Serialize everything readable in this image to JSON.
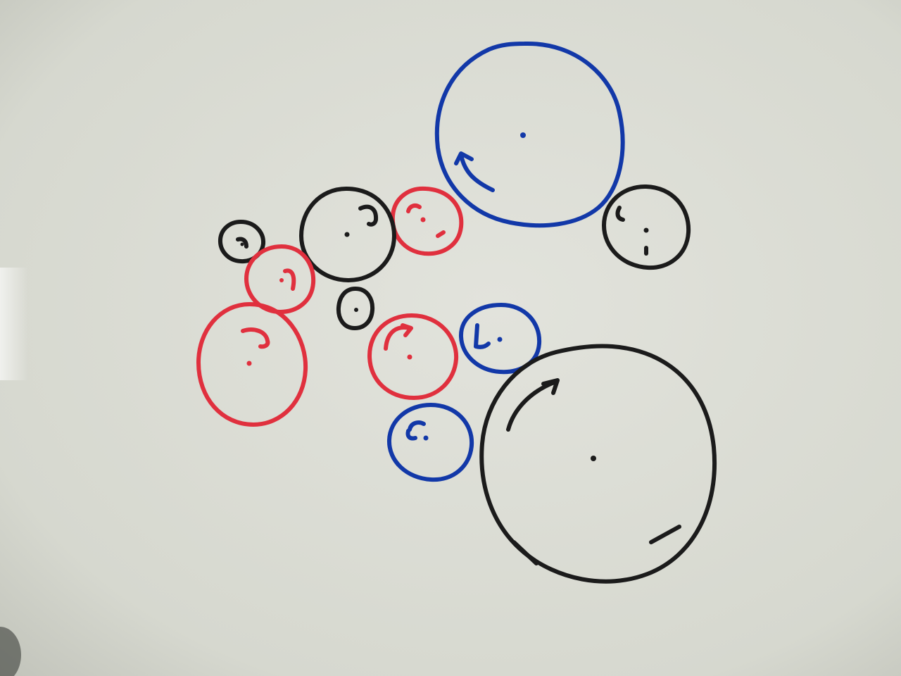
{
  "image": {
    "subject": "whiteboard-gear-sketch",
    "board_color": "#dcddd5",
    "ink_colors": {
      "black": "#1b1b1b",
      "blue": "#1238a8",
      "red": "#e0303e"
    }
  },
  "gears": [
    {
      "id": "large-blue-gear",
      "color": "blue",
      "rotation": "counterclockwise"
    },
    {
      "id": "black-gear-right-of-blue",
      "color": "black",
      "rotation": "clockwise"
    },
    {
      "id": "small-red-gear-top",
      "color": "red",
      "rotation": "clockwise"
    },
    {
      "id": "black-gear-center",
      "color": "black",
      "rotation": "clockwise"
    },
    {
      "id": "tiny-black-gear-left",
      "color": "black",
      "rotation": "clockwise"
    },
    {
      "id": "red-gear-left-upper",
      "color": "red",
      "rotation": "counterclockwise"
    },
    {
      "id": "red-gear-left-lower",
      "color": "red",
      "rotation": "clockwise"
    },
    {
      "id": "tiny-black-gear-center-bottom",
      "color": "black",
      "rotation": "none"
    },
    {
      "id": "red-gear-center-bottom",
      "color": "red",
      "rotation": "counterclockwise"
    },
    {
      "id": "blue-gear-right-middle",
      "color": "blue",
      "rotation": "counterclockwise"
    },
    {
      "id": "blue-gear-lower",
      "color": "blue",
      "rotation": "counterclockwise"
    },
    {
      "id": "large-black-gear",
      "color": "black",
      "rotation": "clockwise"
    }
  ]
}
